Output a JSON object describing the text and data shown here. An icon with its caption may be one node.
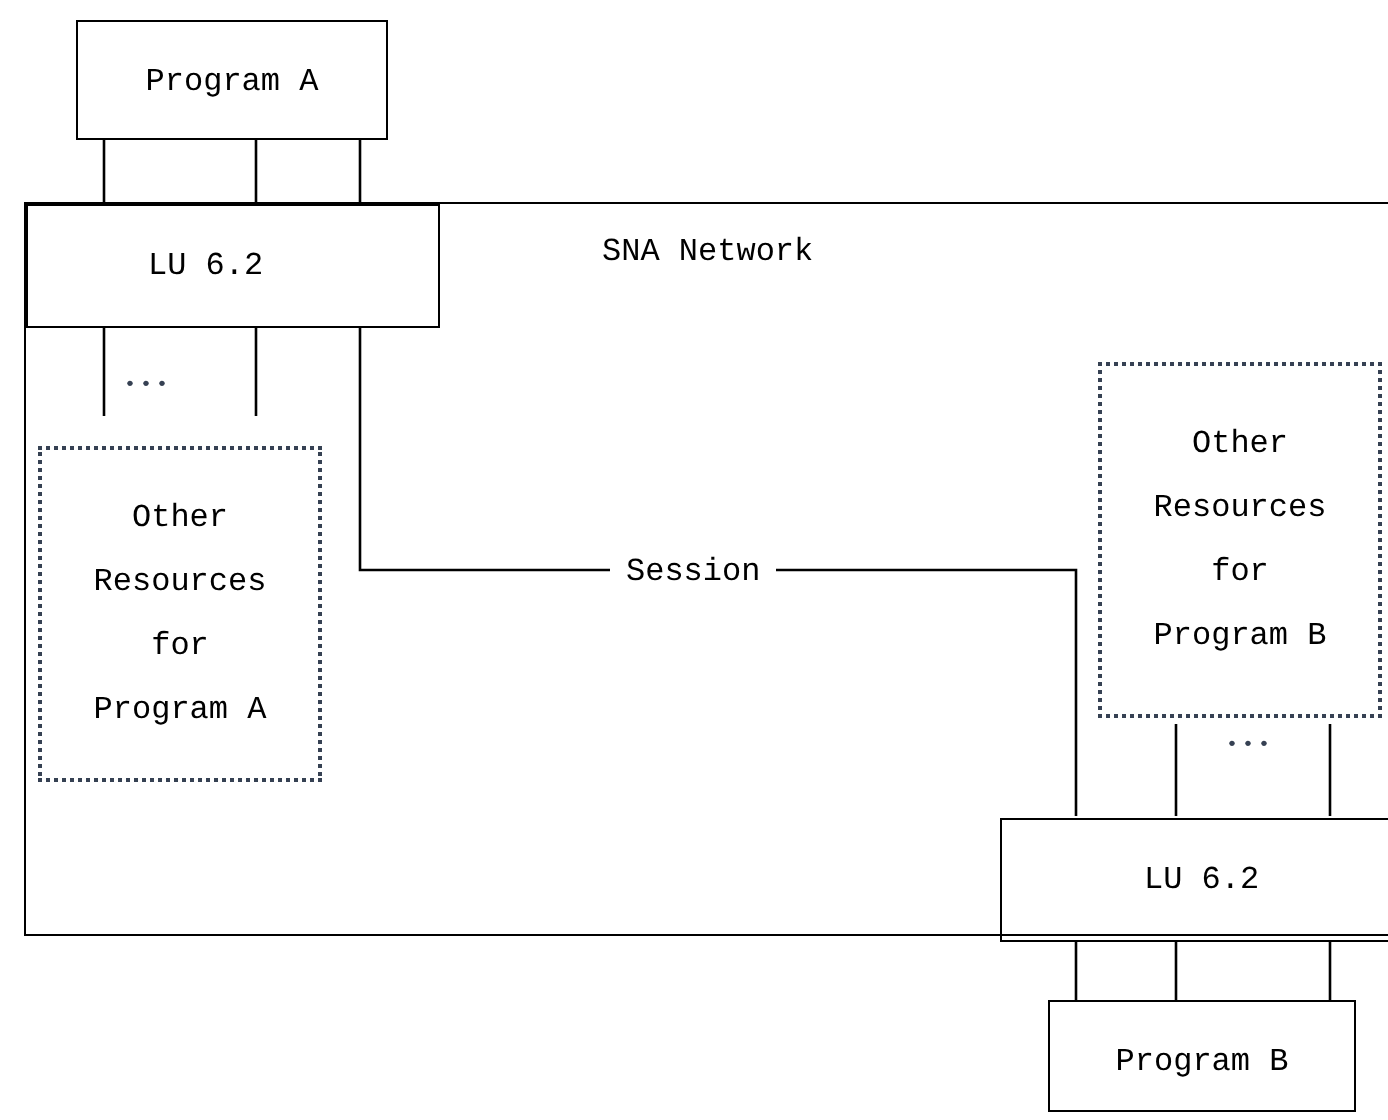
{
  "diagram": {
    "nodes": [
      {
        "text": [
          "SNA Network"
        ]
      },
      {
        "text": [
          "Program A"
        ]
      },
      {
        "text": [
          "LU 6.2"
        ],
        "in": 0
      },
      {
        "text": [
          "Other Resources for Program A"
        ],
        "in": 0
      },
      {
        "text": [
          "Other Resources for Program B"
        ],
        "in": 0
      },
      {
        "text": [
          "LU 6.2"
        ],
        "in": 0
      },
      {
        "text": [
          "Program B"
        ]
      }
    ],
    "edges": [
      {
        "from": 1,
        "to": 2,
        "arrow": "none"
      },
      {
        "from": 1,
        "to": 2,
        "arrow": "none"
      },
      {
        "from": 1,
        "to": 2,
        "arrow": "none"
      },
      {
        "from": 2,
        "to": 3,
        "arrow": "none"
      },
      {
        "from": 2,
        "to": 3,
        "arrow": "none"
      },
      {
        "from": 2,
        "to": 5,
        "arrow": "none",
        "label": "Session"
      },
      {
        "from": 4,
        "to": 5,
        "arrow": "none"
      },
      {
        "from": 4,
        "to": 5,
        "arrow": "none"
      },
      {
        "from": 5,
        "to": 6,
        "arrow": "none"
      },
      {
        "from": 5,
        "to": 6,
        "arrow": "none"
      },
      {
        "from": 5,
        "to": 6,
        "arrow": "none"
      }
    ],
    "labels": [
      "•••",
      "•••"
    ]
  }
}
